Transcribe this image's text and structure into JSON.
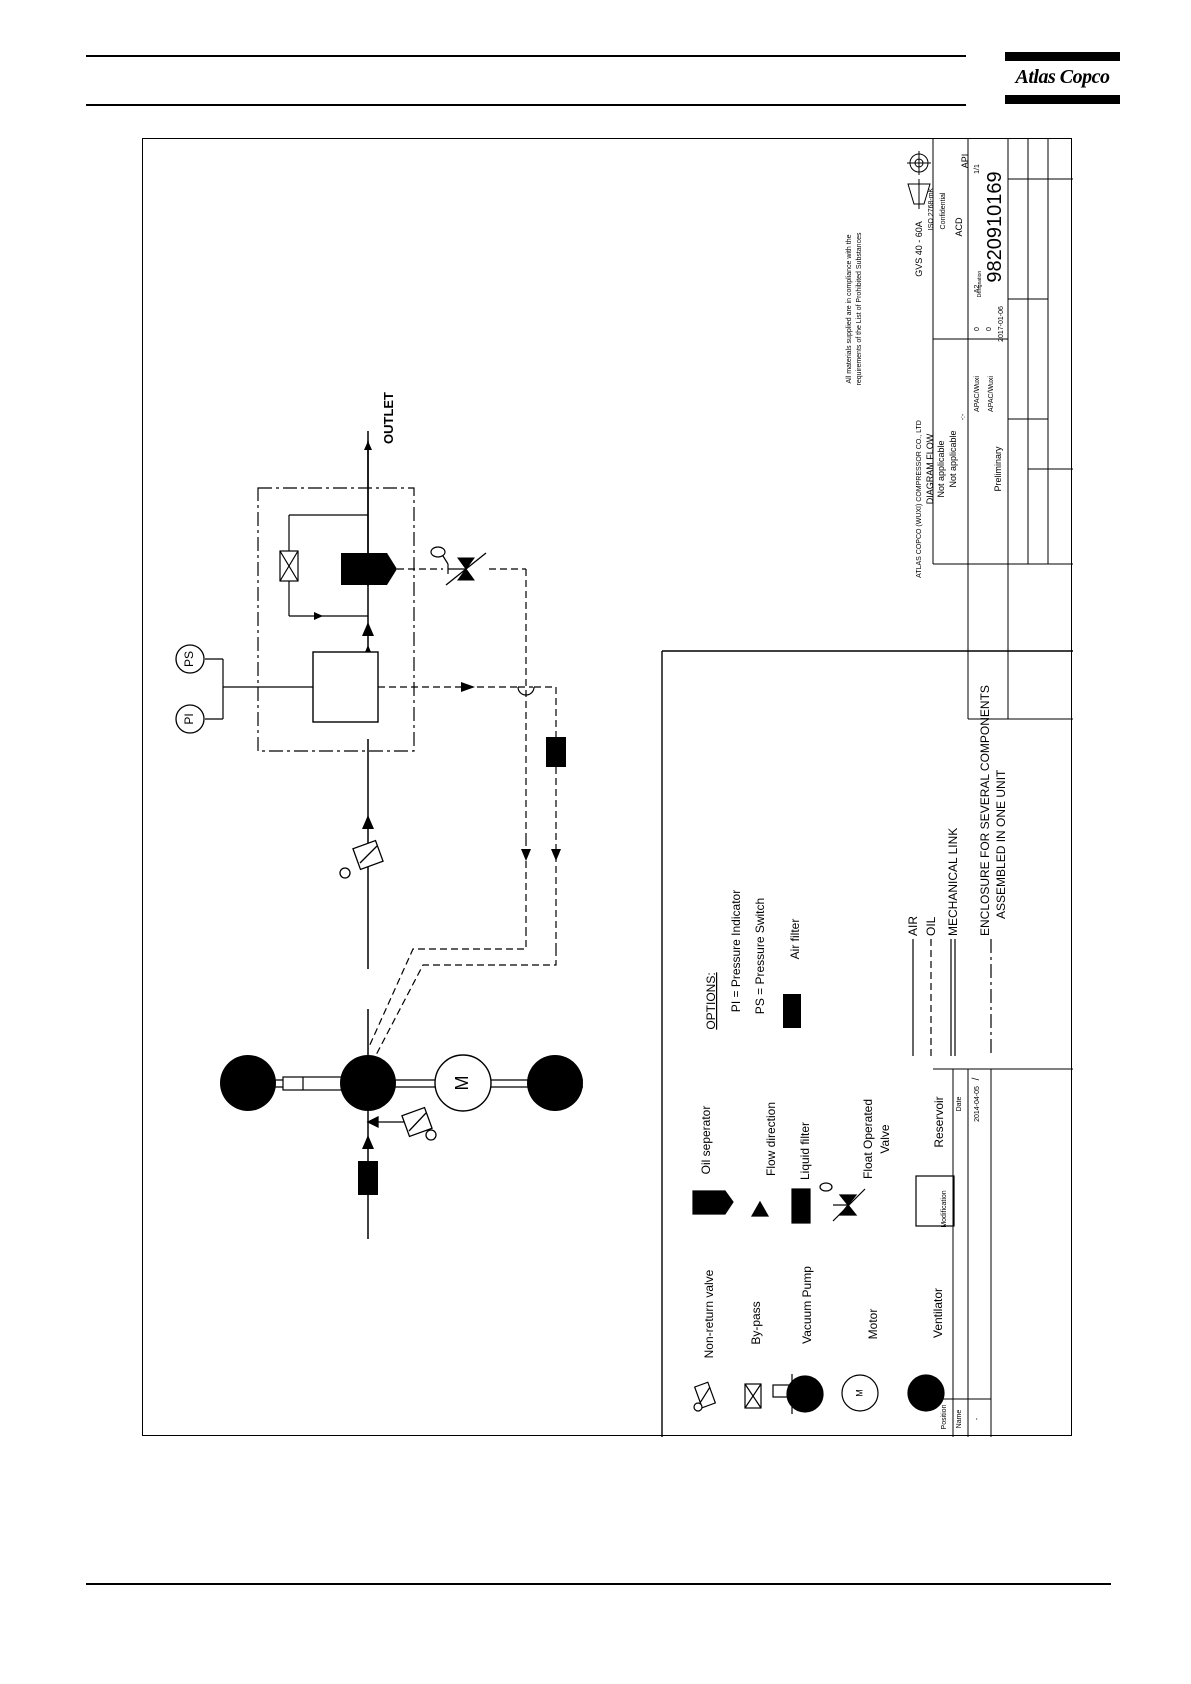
{
  "header": {
    "brand": "Atlas Copco"
  },
  "diagram": {
    "labels": {
      "outlet": "OUTLET",
      "pi": "PI",
      "ps": "PS",
      "motor": "M"
    },
    "options": {
      "title": "OPTIONS:",
      "pi": "PI   = Pressure Indicator",
      "ps": "PS   = Pressure Switch",
      "air_filter": "Air filter"
    },
    "legend": {
      "non_return_valve": "Non-return valve",
      "by_pass": "By-pass",
      "vacuum_pump": "Vacuum Pump",
      "motor": "Motor",
      "motor_symbol": "M",
      "ventilator": "Ventilator",
      "oil_separator": "Oil seperator",
      "flow_direction": "Flow direction",
      "liquid_filter": "Liquid filter",
      "float_valve_1": "Float Operated",
      "float_valve_2": "Valve",
      "reservoir": "Reservoir"
    },
    "lines_legend": {
      "air": "AIR",
      "oil": "OIL",
      "mechanical": "MECHANICAL LINK",
      "enclosure_1": "ENCLOSURE FOR SEVERAL COMPONENTS",
      "enclosure_2": "ASSEMBLED IN ONE UNIT"
    }
  },
  "title_block": {
    "note_1": "All materials supplied are in compliance with the",
    "note_2": "requirements of the List of Prohibited Substances",
    "company": "ATLAS COPCO (WUXI) COMPRESSOR CO., LTD",
    "type": "GVS 40 - 60A",
    "title": "DIAGRAM FLOW",
    "material": "Not applicable",
    "treatment": "Not applicable",
    "tolerance": "ISO 2768-mK",
    "confidential": "Confidential",
    "category": "A2",
    "reference": "ACD",
    "scale": "-:-",
    "division": "APAC/Wuxi",
    "drawn_by": "APAC/Wuxi",
    "part_no": "9820910169",
    "designation_label": "Designation",
    "sheet": "1/1",
    "date": "2017-01-06",
    "weight": "0",
    "status": "Preliminary",
    "owner": "API",
    "revision": "0",
    "mod_date": "2014-04-05",
    "mod_label": "Modification",
    "date_label": "Date",
    "name_label": "Name",
    "pos_label": "Position",
    "mod_no": "-",
    "signature": "/"
  }
}
